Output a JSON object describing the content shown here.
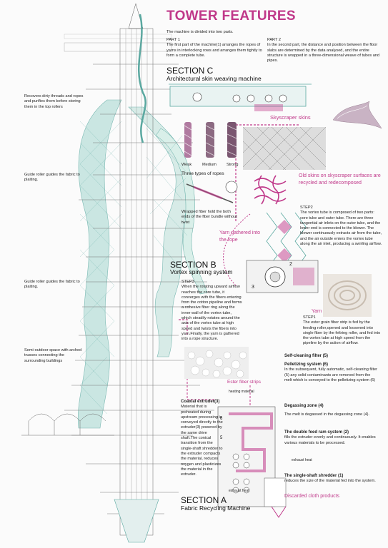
{
  "title": "TOWER FEATURES",
  "intro": "The machine is divided into two parts.",
  "part1": {
    "heading": "PART 1",
    "text": "The first part of the machine(1) arranges the ropes of yarns in interlocking rows and arranges them tightly to form a complete tube."
  },
  "part2": {
    "heading": "PART 2",
    "text": "In the second part, the distance and position between the floor slabs are determined by the data analysed, and the entire structure is wrapped in a three-dimensional weave of tubes and pipes."
  },
  "section_c": {
    "title": "SECTION C",
    "subtitle": "Architectural skin weaving machine"
  },
  "section_b": {
    "title": "SECTION B",
    "subtitle": "Vortex spinning system"
  },
  "section_a": {
    "title": "SECTION A",
    "subtitle": "Fabric Recycling Machine"
  },
  "left_notes": {
    "recovers": "Recovers dirty threads and ropes and purifies them before storing them in the top rollers",
    "guide1": "Guide roller guides the fabric to plaiting.",
    "guide2": "Guide roller guides the fabric to plaiting.",
    "semi": "Semi-outdoor space with arched trusses connecting the surrounding buildings"
  },
  "ropes": {
    "label": "Three types of ropes",
    "types": [
      "Weak",
      "Medium",
      "Strong"
    ]
  },
  "skins": {
    "skyscraper": "Skyscraper skins",
    "old": "Old skins on skyscraper surfaces are recycled and redecomposed"
  },
  "wrapped_fiber": "Wrapped fiber hold the both ends of the fiber bundle without twist",
  "yarn_gathered": "Yarn gathered into the rope",
  "step2": {
    "heading": "STEP2",
    "text": "The vortex tube is composed of two parts: core tube and outer tube. There are three tangential air inlets on the outer tube, and the lower end is connected to the blower. The blower continuously extracts air from the tube, and the air outside enters the vortex tube along the air inlet, producing a swirling airflow."
  },
  "step3": {
    "heading": "STEP3",
    "text": "When the rotating upward airflow reaches the core tube, it converges with the fibers entering from the cotton pipeline and forms a cohesive fiber ring along the inner wall of the vortex tube, which steadily rotates around the axis of the vortex tube at high speed and twists the fibers into yarn.Finally, the yarn is gathered into a rope structure."
  },
  "step1": {
    "heading": "STEP1",
    "text": "The ester grain fiber strip is fed by the feeding roller,opened and loosened into single fiber by the feltring roller, and fed into the vortex tube at high speed from the pipeline by the action of airflow."
  },
  "yarn": "Yarn",
  "ester": "Ester fiber strips",
  "self_cleaning": "Self-cleaning filter (5)",
  "pelletizing": {
    "heading": "Pelletizing system (6)",
    "text": "In the subsequent, fully automatic, self-cleaning filter (5) any solid contaminants are removed from the melt which is conveyed to the pelletizing system (6)"
  },
  "degassing": {
    "heading": "Degassing zone (4)",
    "text": "The melt is degassed in the degassing zone (4)."
  },
  "coaxial": {
    "heading": "Coaxial extruder(3)",
    "text": "Material that is preheated during upstream processing is conveyed directly to the extruder(3) powered by the same drive shaft.The conical transition from the single-shaft shredder to the extruder compacts the material, reduces oxygen and plasticizes the material in the extruder."
  },
  "double_feed": {
    "heading": "The double feed ram system (2)",
    "text": "fills the extruder evenly and continuously. It enables various materials to be processed."
  },
  "shredder": {
    "heading": "The single-shaft shredder (1)",
    "text": "reduces the size of the material fed into the system."
  },
  "discarded": "Discarded cloth products",
  "heating": "heating material",
  "exhaust1": "exhaust heat",
  "exhaust2": "exhaust heat",
  "colors": {
    "accent": "#c0398a",
    "teal": "#5aa8a0",
    "dark": "#222222"
  }
}
